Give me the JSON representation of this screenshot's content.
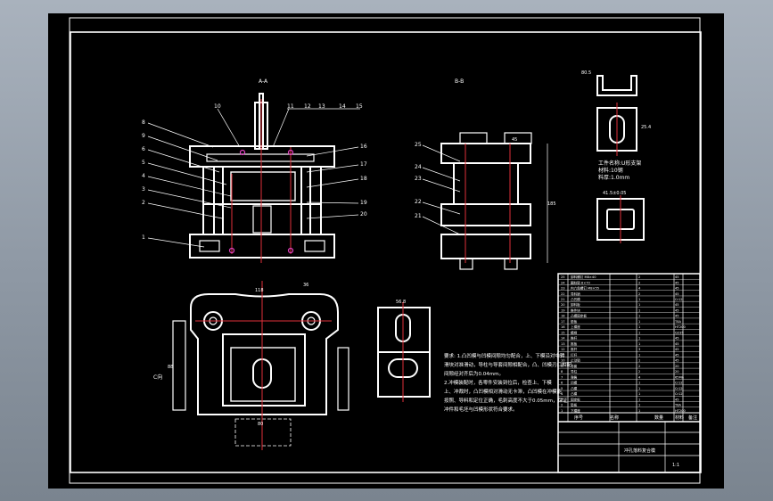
{
  "section_titles": {
    "a": "A-A",
    "b": "B-B"
  },
  "callouts_left": [
    "8",
    "9",
    "6",
    "5",
    "4",
    "3",
    "2",
    "1"
  ],
  "callouts_top": [
    "10",
    "11",
    "12",
    "13",
    "14",
    "15"
  ],
  "callouts_right_a": [
    "16",
    "17",
    "18",
    "19",
    "20"
  ],
  "callouts_section_b": [
    "25",
    "24",
    "23",
    "22",
    "21"
  ],
  "part_info": {
    "name": "工件名称:U形支架",
    "material": "材料:10钢",
    "thickness": "料厚:1.0mm"
  },
  "view_label_c": "C向",
  "notes": [
    "要求: 1.凸凹模与凹模间隙均匀配合，上、下模沿对中转",
    "滑块对准滑动，导柱与导套间隙相配合，凸、凹模刃口相配",
    "间隙经对齐后为0.04mm。",
    "2.冲模装配时，各零件安装到位后，检查上、下模",
    "上、冲裁时，凸凹模相对滑动无卡滞，凸凹模在冲模能",
    "按照、导料和定位正确，毛刺高度不大于0.05mm，保证",
    "冲件和毛坯与凹模形状符合要求。"
  ],
  "dimensions": [
    "118",
    "36",
    "185",
    "88",
    "80",
    "45",
    "56.8",
    "80.5",
    "41.5±0.05",
    "25.4"
  ],
  "parts_table_header": [
    "序号",
    "名称",
    "数量",
    "材料",
    "备注"
  ],
  "parts_rows": [
    [
      "25",
      "卸料螺钉 M8×40",
      "2",
      "45"
    ],
    [
      "24",
      "圆柱销 8×70",
      "2",
      "45"
    ],
    [
      "23",
      "内六角螺钉 M8×55",
      "4",
      "45"
    ],
    [
      "22",
      "导料销",
      "2",
      "45"
    ],
    [
      "21",
      "凸凹模",
      "1",
      "Cr12"
    ],
    [
      "20",
      "卸料板",
      "1",
      "45"
    ],
    [
      "19",
      "推件块",
      "1",
      "45"
    ],
    [
      "18",
      "凸模固定板",
      "1",
      "45"
    ],
    [
      "17",
      "垫板",
      "1",
      "T8A"
    ],
    [
      "16",
      "上模座",
      "1",
      "HT200"
    ],
    [
      "15",
      "模柄",
      "1",
      "Q235"
    ],
    [
      "14",
      "推杆",
      "1",
      "45"
    ],
    [
      "13",
      "推板",
      "1",
      "45"
    ],
    [
      "12",
      "推杆",
      "3",
      "45"
    ],
    [
      "11",
      "打杆",
      "1",
      "45"
    ],
    [
      "10",
      "止动销",
      "1",
      "45"
    ],
    [
      "9",
      "导套",
      "2",
      "20"
    ],
    [
      "8",
      "导柱",
      "2",
      "20"
    ],
    [
      "7",
      "弹簧",
      "4",
      "65Mn"
    ],
    [
      "6",
      "凹模",
      "1",
      "Cr12"
    ],
    [
      "5",
      "凸模",
      "1",
      "Cr12"
    ],
    [
      "4",
      "凸模",
      "1",
      "Cr12"
    ],
    [
      "3",
      "固定板",
      "1",
      "45"
    ],
    [
      "2",
      "垫板",
      "1",
      "T8A"
    ],
    [
      "1",
      "下模座",
      "1",
      "HT200"
    ]
  ],
  "title_block": {
    "drawing_name": "冲孔落料复合模",
    "scale": "1:1"
  }
}
